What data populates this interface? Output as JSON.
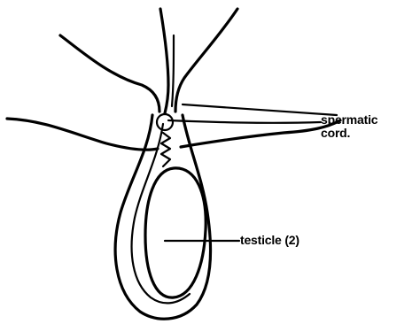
{
  "labels": {
    "spermatic_cord_line1": "spermatic",
    "spermatic_cord_line2": "cord.",
    "testicle": "testicle (2)"
  },
  "colors": {
    "ink": "#000000",
    "paper": "#ffffff"
  }
}
